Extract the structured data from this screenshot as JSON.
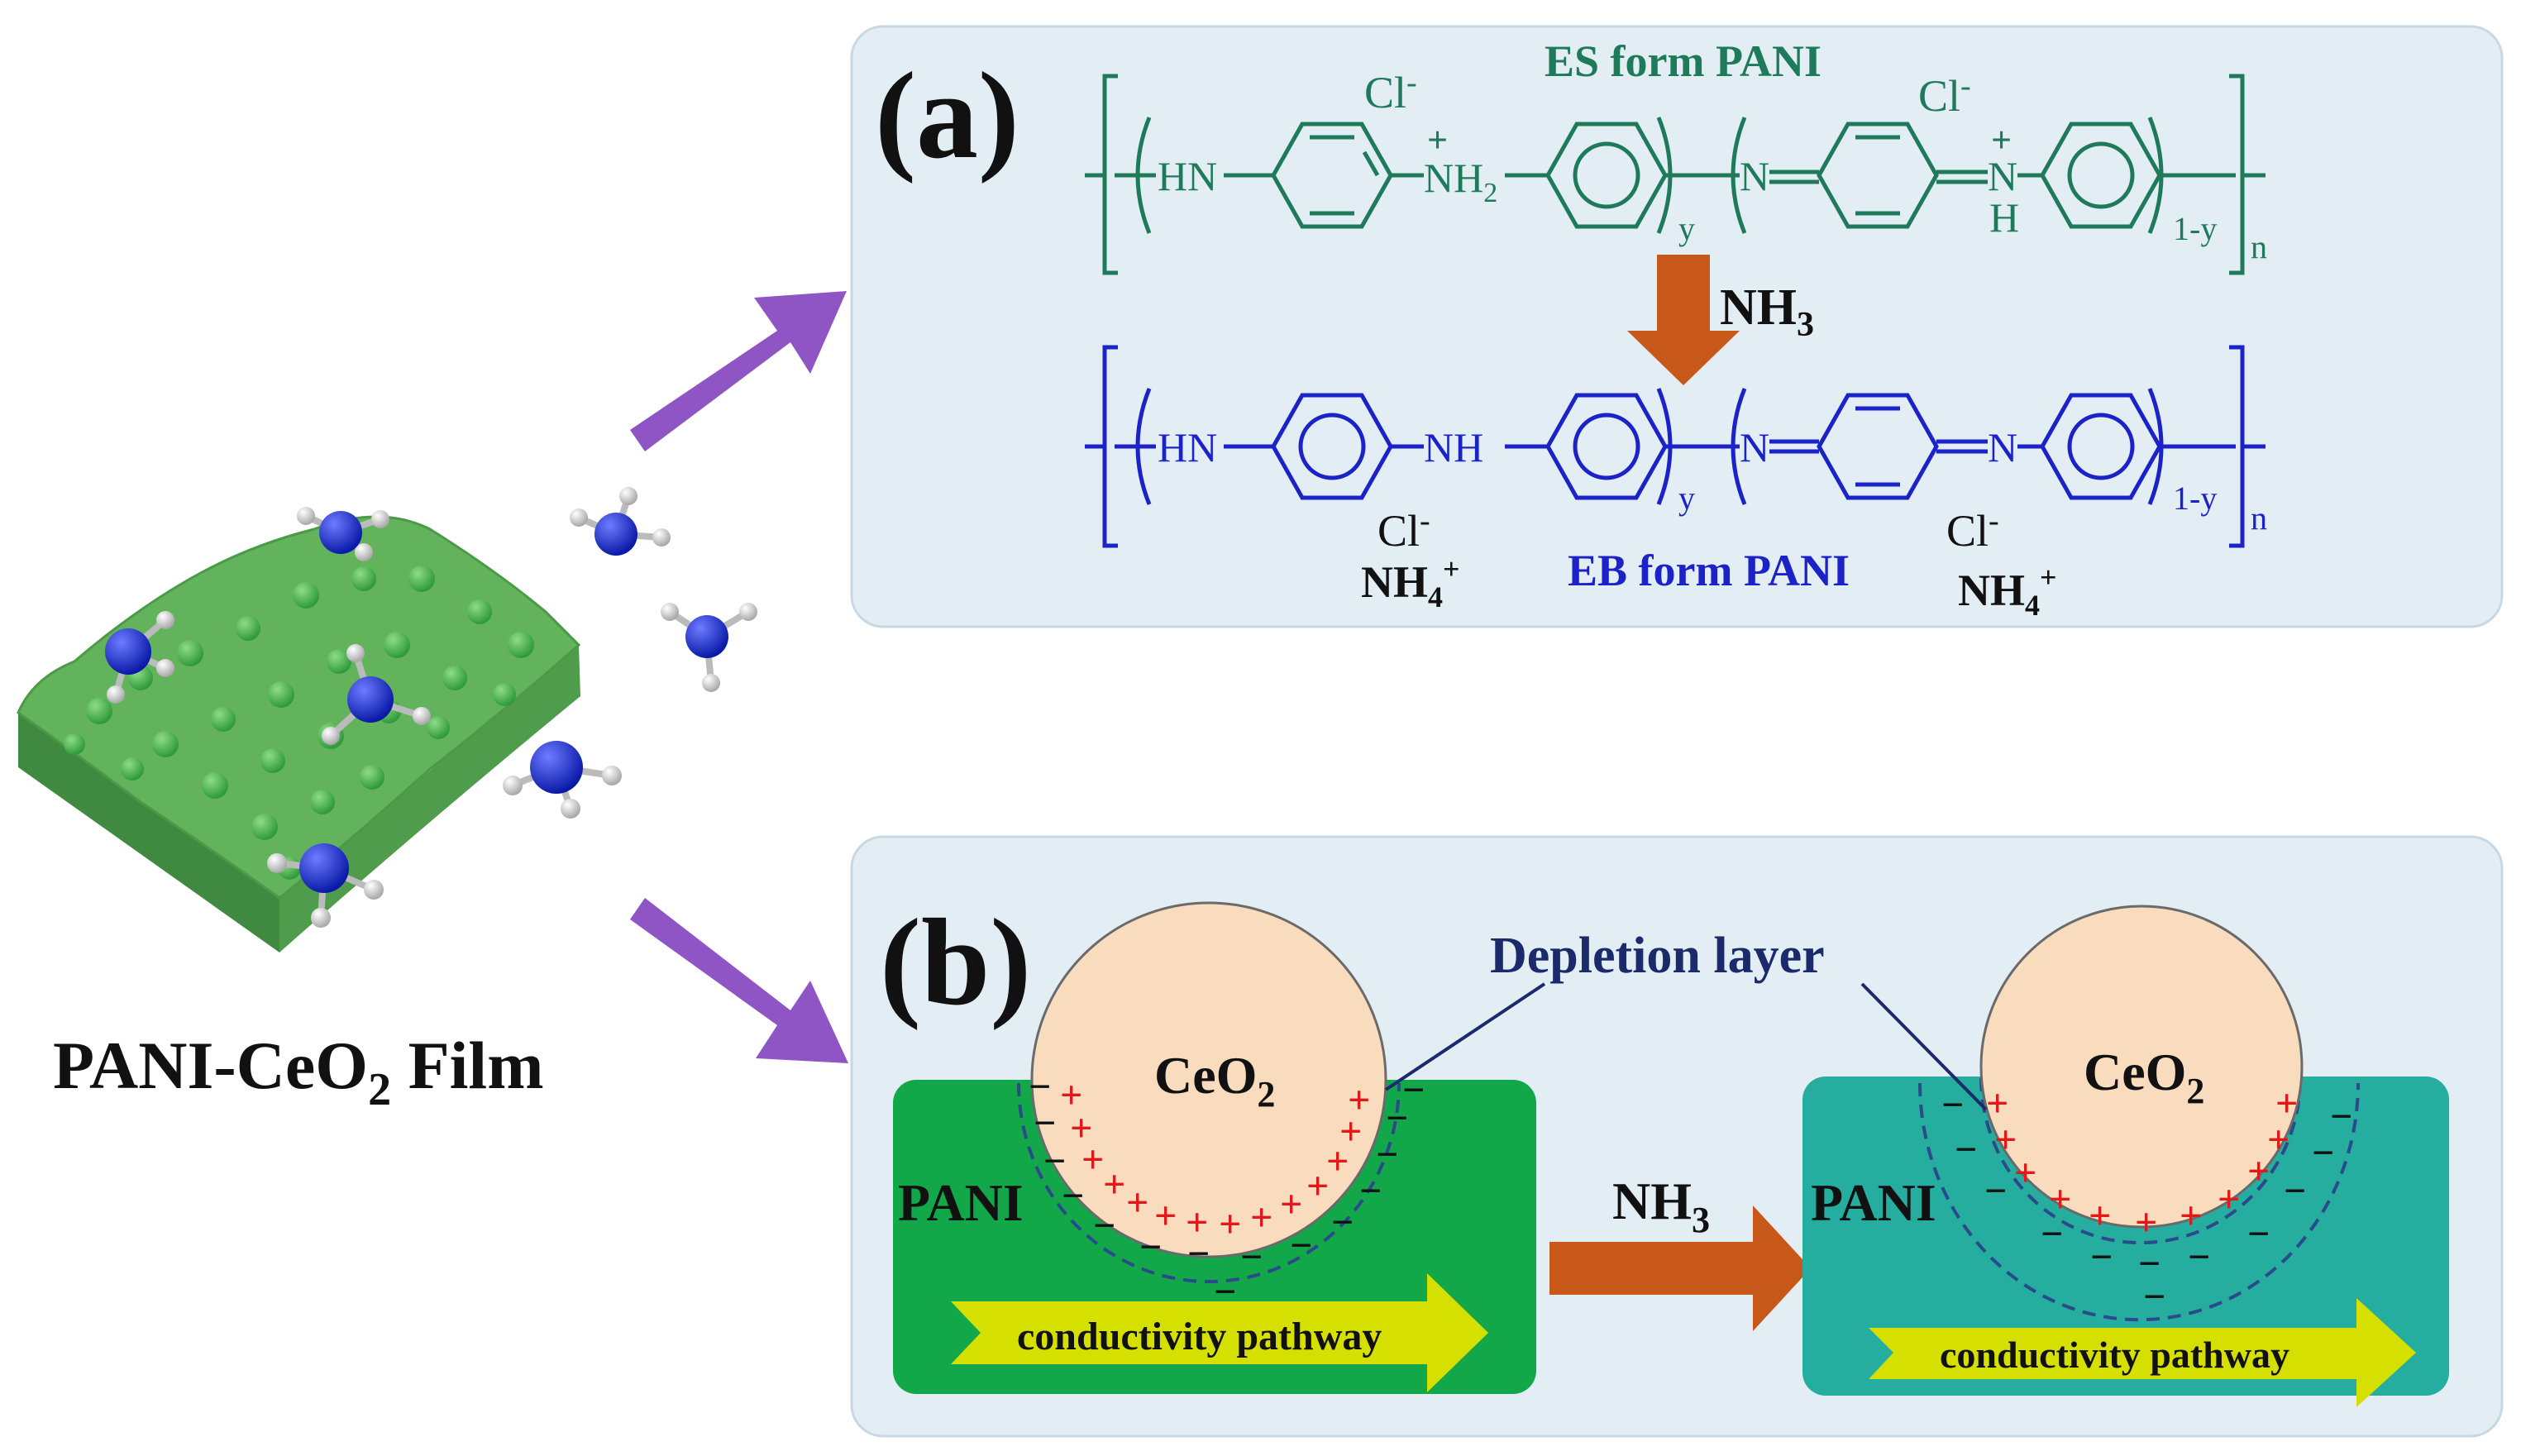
{
  "colors": {
    "panel_bg": "#e3edf4",
    "panel_border": "#c7d8e4",
    "es_green": "#1f7a5a",
    "eb_blue": "#1b22c8",
    "orange_arrow": "#c8581a",
    "purple_arrow": "#8f55c4",
    "film_green": "#5fae5a",
    "film_edge": "#3f8a40",
    "pani_green": "#12a84a",
    "pani_teal": "#25ad9f",
    "ceo2_fill": "#f8dcbd",
    "depletion_dash": "#2a4a8a",
    "plus_red": "#e0191b",
    "minus_black": "#111111",
    "yellow_arrow": "#d6e000",
    "ammonia_n": "#1e2fc8",
    "ammonia_h": "#e6e6e6"
  },
  "film": {
    "label_main": "PANI-CeO",
    "label_sub": "2",
    "label_tail": " Film"
  },
  "panel_a": {
    "label": "(a)",
    "es": {
      "title": "ES form PANI",
      "hn": "HN",
      "nh": "NH",
      "nh_sub": "2",
      "plus1": "+",
      "cl1": "Cl",
      "cl1_sup": "-",
      "n_left": "N",
      "n_right": "N",
      "h_under": "H",
      "plus2": "+",
      "cl2": "Cl",
      "cl2_sup": "-",
      "y": "y",
      "one_minus_y": "1-y",
      "n": "n"
    },
    "nh3": "NH",
    "nh3_sub": "3",
    "eb": {
      "title": "EB form PANI",
      "hn": "HN",
      "nh": "NH",
      "n_left": "N",
      "n_right": "N",
      "y": "y",
      "one_minus_y": "1-y",
      "n": "n",
      "cl1": "Cl",
      "cl1_sup": "-",
      "nh4_1": "NH",
      "nh4_1_sub": "4",
      "nh4_1_sup": "+",
      "cl2": "Cl",
      "cl2_sup": "-",
      "nh4_2": "NH",
      "nh4_2_sub": "4",
      "nh4_2_sup": "+"
    }
  },
  "panel_b": {
    "label": "(b)",
    "depletion_label": "Depletion layer",
    "left": {
      "ceo2": "CeO",
      "ceo2_sub": "2",
      "pani": "PANI",
      "pathway": "conductivity pathway"
    },
    "nh3": "NH",
    "nh3_sub": "3",
    "right": {
      "ceo2": "CeO",
      "ceo2_sub": "2",
      "pani": "PANI",
      "pathway": "conductivity pathway"
    },
    "plus_symbol": "+",
    "minus_symbol": "−"
  }
}
